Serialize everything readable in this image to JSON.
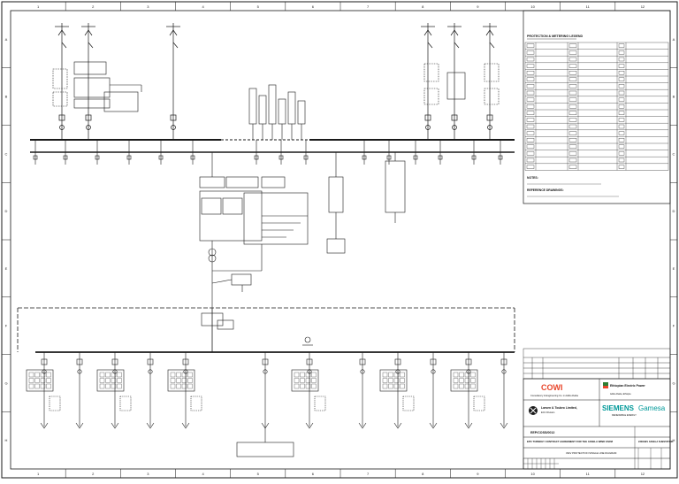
{
  "colors": {
    "ink": "#1a1a1a",
    "brand_red": "#e8462b",
    "siemens_teal": "#009999",
    "ethio_green": "#2e7d32"
  },
  "border": {
    "top_numbers": [
      "1",
      "2",
      "3",
      "4",
      "5",
      "6",
      "7",
      "8",
      "9",
      "10",
      "11",
      "12"
    ],
    "side_letters": [
      "A",
      "B",
      "C",
      "D",
      "E",
      "F",
      "G",
      "H"
    ]
  },
  "sheet_text": {
    "owner_logo": "COWI",
    "owner_sub": "Consultancy & Engineering Co. in Addis Ababa",
    "contractor_name": "Larsen & Toubro Limited,",
    "contractor_sub": "ECC Division",
    "client_name": "Ethiopian Electric Power",
    "client_sub": "Addis Ababa, Ethiopia",
    "oem_name": "SIEMENS",
    "oem_suffix": "Gamesa",
    "oem_sub": "RENEWABLE ENERGY",
    "doc_number": "EEP/COSS/0012",
    "project_title": "EPC TURNKEY CONTRACT AGREEMENT FOR THE ASSELA WIND FARM",
    "station_title": "230/33kV ASSELA SUBSTATION",
    "drawing_title": "33kV PROTECTION SINGLE LINE DIAGRAM",
    "notes_heading": "NOTES:",
    "legend_heading": "PROTECTION & METERING LEGEND",
    "reference_heading": "REFERENCE DRAWINGS:"
  }
}
